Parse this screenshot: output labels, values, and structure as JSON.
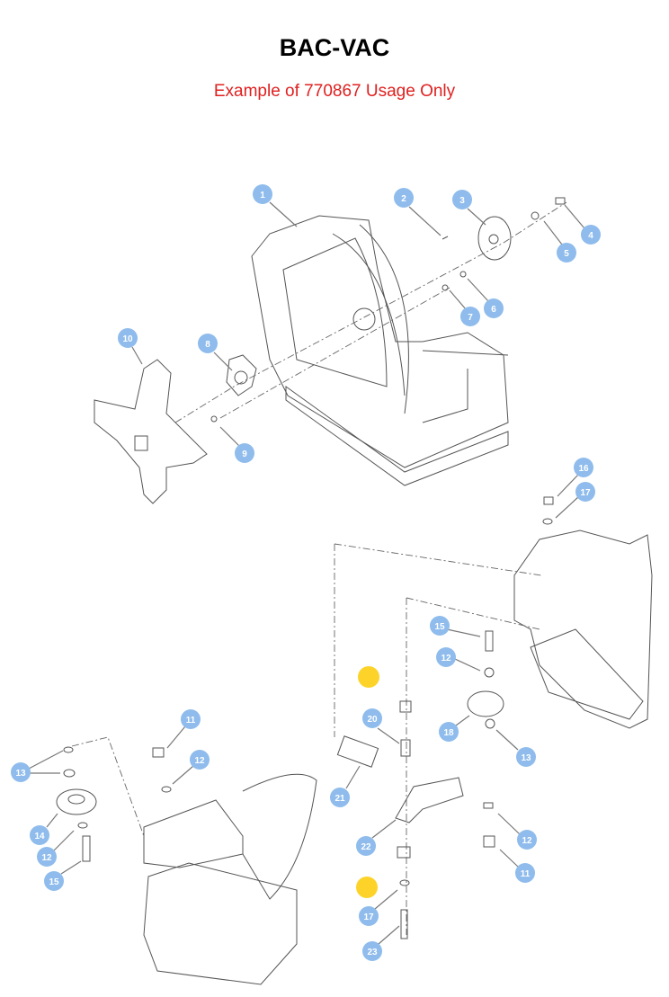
{
  "title": "BAC-VAC",
  "subtitle": "Example of 770867 Usage Only",
  "callouts": [
    "1",
    "2",
    "3",
    "4",
    "5",
    "6",
    "7",
    "8",
    "9",
    "10",
    "16",
    "17",
    "15",
    "12",
    "18",
    "13",
    "20",
    "21",
    "22",
    "12",
    "11",
    "17",
    "23",
    "11",
    "12",
    "13",
    "14",
    "12",
    "15"
  ],
  "highlight_color": "#fdd32a",
  "callout_color": "#8fbcec"
}
